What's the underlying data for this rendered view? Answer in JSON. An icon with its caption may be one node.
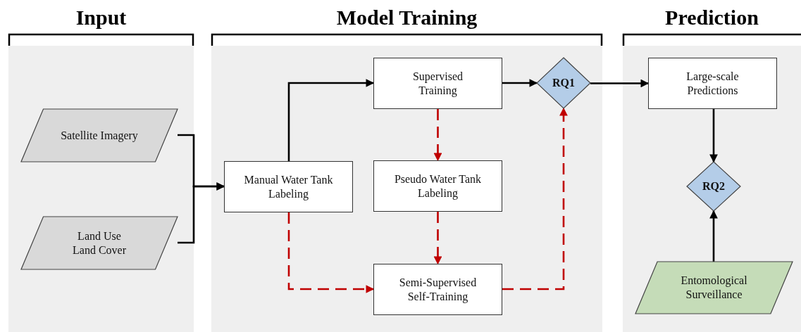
{
  "diagram": {
    "nodes": [
      {
        "text": [
          "Input"
        ]
      },
      {
        "text": [
          "Satellite Imagery"
        ],
        "in": 0
      },
      {
        "text": [
          "Land Use Land Cover"
        ],
        "in": 0
      },
      {
        "text": [
          "Model Training"
        ]
      },
      {
        "text": [
          "Manual Water Tank Labeling"
        ],
        "in": 3
      },
      {
        "text": [
          "Supervised Training"
        ],
        "in": 3
      },
      {
        "text": [
          "Pseudo Water Tank Labeling"
        ],
        "in": 3
      },
      {
        "text": [
          "Semi-Supervised Self-Training"
        ],
        "in": 3
      },
      {
        "text": [
          "RQ1"
        ],
        "in": 3
      },
      {
        "text": [
          "Prediction"
        ]
      },
      {
        "text": [
          "Large-scale Predictions"
        ],
        "in": 9
      },
      {
        "text": [
          "RQ2"
        ],
        "in": 9
      },
      {
        "text": [
          "Entomological Surveillance"
        ],
        "in": 9
      }
    ],
    "edges": [
      {
        "from": 1,
        "to": 4,
        "arrow": "to"
      },
      {
        "from": 2,
        "to": 4,
        "arrow": "to"
      },
      {
        "from": 4,
        "to": 5,
        "arrow": "to"
      },
      {
        "from": 5,
        "to": 8,
        "arrow": "to"
      },
      {
        "from": 8,
        "to": 10,
        "arrow": "to"
      },
      {
        "from": 5,
        "to": 6,
        "arrow": "to",
        "style": "dashed",
        "color": "#c00000"
      },
      {
        "from": 6,
        "to": 7,
        "arrow": "to",
        "style": "dashed",
        "color": "#c00000"
      },
      {
        "from": 4,
        "to": 7,
        "arrow": "to",
        "style": "dashed",
        "color": "#c00000"
      },
      {
        "from": 7,
        "to": 8,
        "arrow": "to",
        "style": "dashed",
        "color": "#c00000"
      },
      {
        "from": 10,
        "to": 11,
        "arrow": "to"
      },
      {
        "from": 12,
        "to": 11,
        "arrow": "to"
      }
    ]
  }
}
